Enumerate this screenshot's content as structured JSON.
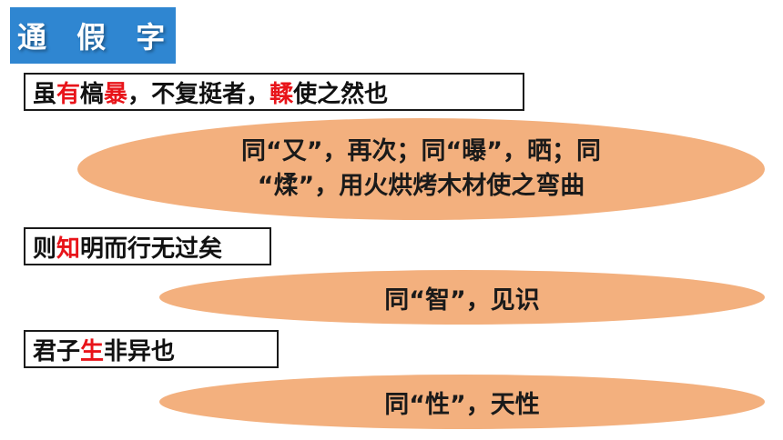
{
  "title": "通 假 字",
  "colors": {
    "title_bg": "#2f86d1",
    "highlight": "#e8141a",
    "oval_fill": "#f3b07e"
  },
  "items": [
    {
      "sentence": [
        {
          "text": "虽",
          "hl": false
        },
        {
          "text": "有",
          "hl": true
        },
        {
          "text": "槁",
          "hl": false
        },
        {
          "text": "暴",
          "hl": true
        },
        {
          "text": "，不复挺者，",
          "hl": false
        },
        {
          "text": "輮",
          "hl": true
        },
        {
          "text": "使之然也",
          "hl": false
        }
      ],
      "explanation": [
        "同“又”，再次；同“曝”，晒；同",
        "“煣”，用火烘烤木材使之弯曲"
      ]
    },
    {
      "sentence": [
        {
          "text": "则",
          "hl": false
        },
        {
          "text": "知",
          "hl": true
        },
        {
          "text": "明而行无过矣",
          "hl": false
        }
      ],
      "explanation": [
        "同“智”，见识"
      ]
    },
    {
      "sentence": [
        {
          "text": "君子",
          "hl": false
        },
        {
          "text": "生",
          "hl": true
        },
        {
          "text": "非异也",
          "hl": false
        }
      ],
      "explanation": [
        "同“性”，天性"
      ]
    }
  ]
}
